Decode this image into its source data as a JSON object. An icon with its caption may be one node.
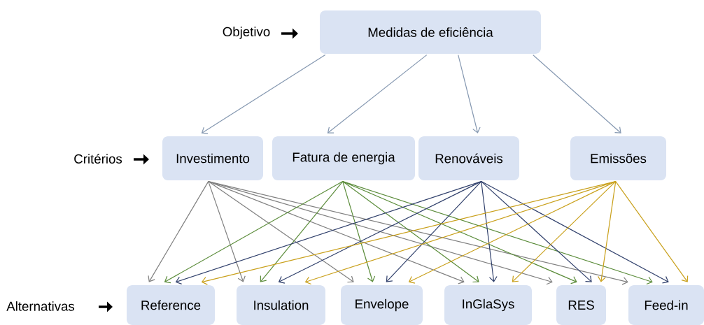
{
  "diagram": {
    "nodes": [
      {
        "text": [
          "Medidas de eficiência"
        ]
      },
      {
        "text": [
          "Investimento"
        ]
      },
      {
        "text": [
          "Fatura de energia"
        ]
      },
      {
        "text": [
          "Renováveis"
        ]
      },
      {
        "text": [
          "Emissões"
        ]
      },
      {
        "text": [
          "Reference"
        ]
      },
      {
        "text": [
          "Insulation"
        ]
      },
      {
        "text": [
          "Envelope"
        ]
      },
      {
        "text": [
          "InGlaSys"
        ]
      },
      {
        "text": [
          "RES"
        ]
      },
      {
        "text": [
          "Feed-in"
        ]
      }
    ],
    "edges": [
      {
        "from": 0,
        "to": 1,
        "arrow": "to",
        "color": "#8497b0"
      },
      {
        "from": 0,
        "to": 2,
        "arrow": "to",
        "color": "#8497b0"
      },
      {
        "from": 0,
        "to": 3,
        "arrow": "to",
        "color": "#8497b0"
      },
      {
        "from": 0,
        "to": 4,
        "arrow": "to",
        "color": "#8497b0"
      },
      {
        "from": 1,
        "to": 5,
        "arrow": "to",
        "color": "#808080"
      },
      {
        "from": 1,
        "to": 6,
        "arrow": "to",
        "color": "#808080"
      },
      {
        "from": 1,
        "to": 7,
        "arrow": "to",
        "color": "#808080"
      },
      {
        "from": 1,
        "to": 8,
        "arrow": "to",
        "color": "#808080"
      },
      {
        "from": 1,
        "to": 9,
        "arrow": "to",
        "color": "#808080"
      },
      {
        "from": 1,
        "to": 10,
        "arrow": "to",
        "color": "#808080"
      },
      {
        "from": 2,
        "to": 5,
        "arrow": "to",
        "color": "#5b8c3a"
      },
      {
        "from": 2,
        "to": 6,
        "arrow": "to",
        "color": "#5b8c3a"
      },
      {
        "from": 2,
        "to": 7,
        "arrow": "to",
        "color": "#5b8c3a"
      },
      {
        "from": 2,
        "to": 8,
        "arrow": "to",
        "color": "#5b8c3a"
      },
      {
        "from": 2,
        "to": 9,
        "arrow": "to",
        "color": "#5b8c3a"
      },
      {
        "from": 2,
        "to": 10,
        "arrow": "to",
        "color": "#5b8c3a"
      },
      {
        "from": 3,
        "to": 5,
        "arrow": "to",
        "color": "#2f3f6b"
      },
      {
        "from": 3,
        "to": 6,
        "arrow": "to",
        "color": "#2f3f6b"
      },
      {
        "from": 3,
        "to": 7,
        "arrow": "to",
        "color": "#2f3f6b"
      },
      {
        "from": 3,
        "to": 8,
        "arrow": "to",
        "color": "#2f3f6b"
      },
      {
        "from": 3,
        "to": 9,
        "arrow": "to",
        "color": "#2f3f6b"
      },
      {
        "from": 3,
        "to": 10,
        "arrow": "to",
        "color": "#2f3f6b"
      },
      {
        "from": 4,
        "to": 5,
        "arrow": "to",
        "color": "#c9a01b"
      },
      {
        "from": 4,
        "to": 6,
        "arrow": "to",
        "color": "#c9a01b"
      },
      {
        "from": 4,
        "to": 7,
        "arrow": "to",
        "color": "#c9a01b"
      },
      {
        "from": 4,
        "to": 8,
        "arrow": "to",
        "color": "#c9a01b"
      },
      {
        "from": 4,
        "to": 9,
        "arrow": "to",
        "color": "#c9a01b"
      },
      {
        "from": 4,
        "to": 10,
        "arrow": "to",
        "color": "#c9a01b"
      }
    ],
    "labels": [
      "Objetivo",
      "Critérios",
      "Alternativas"
    ]
  }
}
